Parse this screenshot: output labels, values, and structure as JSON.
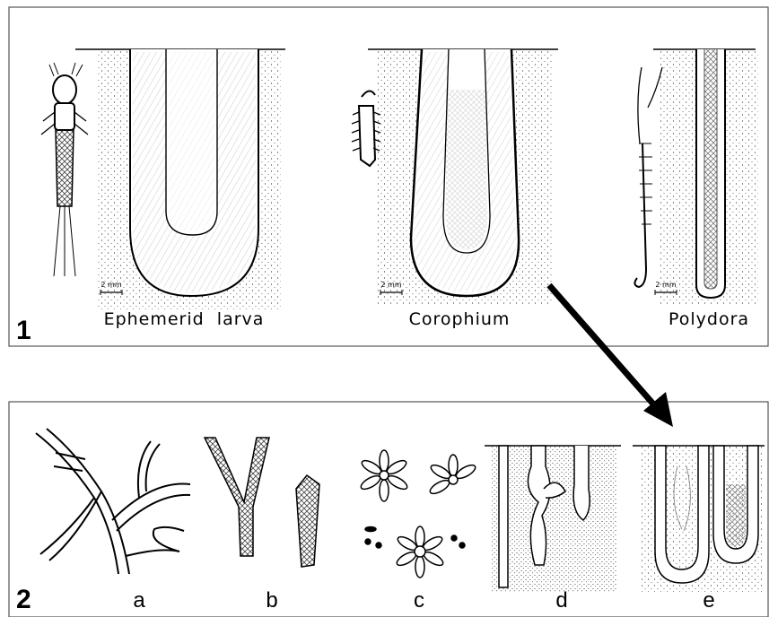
{
  "panels": [
    {
      "label": "1",
      "organisms": [
        {
          "caption": "Ephemerid  larva",
          "scale": "2 mm"
        },
        {
          "caption": "Corophium",
          "scale": "2 mm"
        },
        {
          "caption": "Polydora",
          "scale": "2 mm"
        }
      ]
    },
    {
      "label": "2",
      "sublabels": [
        "a",
        "b",
        "c",
        "d",
        "e"
      ]
    }
  ]
}
